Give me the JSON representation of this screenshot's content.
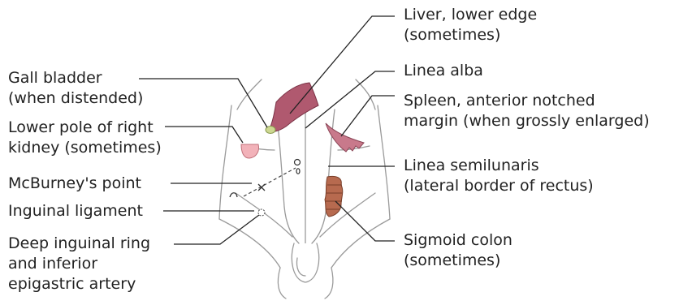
{
  "colors": {
    "liver": "#b0596f",
    "liver_edge": "#7a3346",
    "gall_bladder": "#cdd891",
    "kidney": "#f2b2b9",
    "spleen": "#c8798b",
    "sigmoid": "#b76a4f",
    "outline": "#9a9a9a",
    "label_text": "#222222"
  },
  "labels": {
    "liver": [
      "Liver, lower edge",
      "(sometimes)"
    ],
    "linea_alba": [
      "Linea alba"
    ],
    "spleen": [
      "Spleen, anterior notched",
      "margin (when grossly enlarged)"
    ],
    "linea_semilunaris": [
      "Linea semilunaris",
      "(lateral border of rectus)"
    ],
    "sigmoid": [
      "Sigmoid colon",
      "(sometimes)"
    ],
    "gall_bladder": [
      "Gall bladder",
      "(when distended)"
    ],
    "kidney": [
      "Lower pole of right",
      "kidney (sometimes)"
    ],
    "mcburney": [
      "McBurney's point"
    ],
    "inguinal_ligament": [
      "Inguinal ligament"
    ],
    "deep_ring": [
      "Deep inguinal ring",
      "and inferior",
      "epigastric artery"
    ]
  }
}
